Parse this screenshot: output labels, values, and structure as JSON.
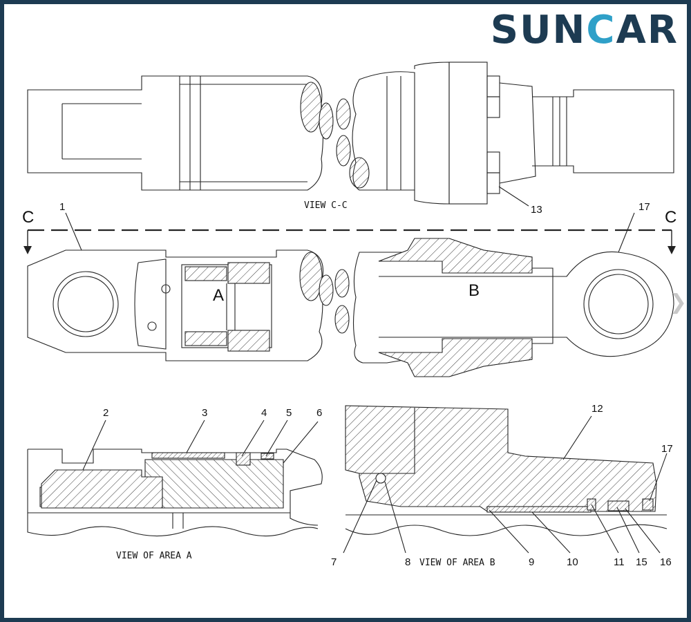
{
  "logo": {
    "text_main": "SUN",
    "text_accent": "C",
    "text_end": "AR",
    "brand_color": "#1d3b52",
    "accent_color": "#2fa0c8"
  },
  "section_labels": {
    "view_cc": "VIEW C-C",
    "view_a": "VIEW OF AREA A",
    "view_b": "VIEW OF AREA B",
    "section_left": "C",
    "section_right": "C",
    "area_a": "A",
    "area_b": "B"
  },
  "callouts": {
    "c1": "1",
    "c2": "2",
    "c3": "3",
    "c4": "4",
    "c5": "5",
    "c6": "6",
    "c7": "7",
    "c8": "8",
    "c9": "9",
    "c10": "10",
    "c11": "11",
    "c12": "12",
    "c13": "13",
    "c15": "15",
    "c16": "16",
    "c17_top": "17",
    "c17_bottom": "17"
  },
  "icons": {
    "next": "chevron-right-icon"
  }
}
